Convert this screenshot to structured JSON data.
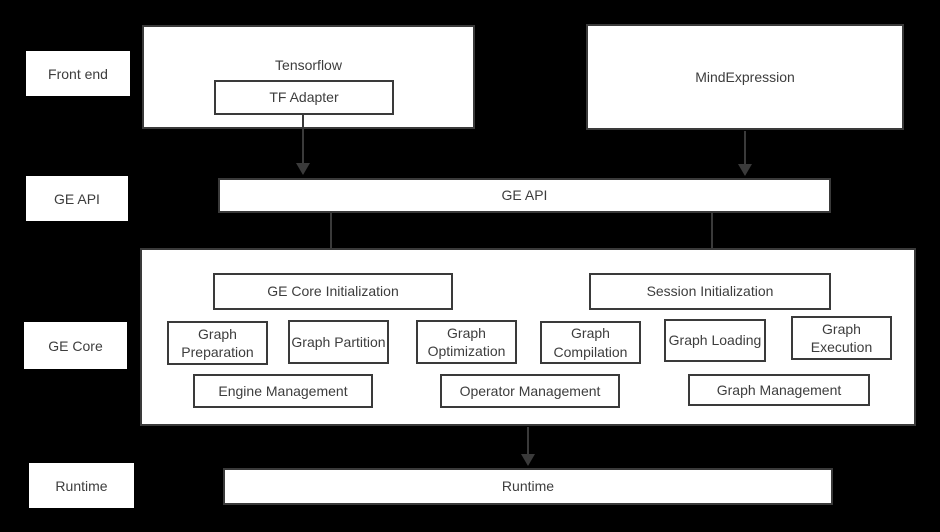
{
  "colors": {
    "background": "#000000",
    "box_fill": "#ffffff",
    "box_border": "#3a3a3a",
    "text": "#3d3d3d",
    "arrow": "#3a3a3a"
  },
  "layers": {
    "front_end_label": "Front end",
    "ge_api_label": "GE API",
    "ge_core_label": "GE Core",
    "runtime_label": "Runtime"
  },
  "front_end": {
    "tensorflow": "Tensorflow",
    "tf_adapter": "TF Adapter",
    "mind_expression": "MindExpression"
  },
  "ge_api": {
    "bar_label": "GE API"
  },
  "ge_core": {
    "initialization": [
      "GE Core Initialization",
      "Session Initialization"
    ],
    "stages": [
      "Graph Preparation",
      "Graph Partition",
      "Graph Optimization",
      "Graph Compilation",
      "Graph Loading",
      "Graph Execution"
    ],
    "management": [
      "Engine Management",
      "Operator Management",
      "Graph Management"
    ]
  },
  "runtime": {
    "bar_label": "Runtime"
  }
}
